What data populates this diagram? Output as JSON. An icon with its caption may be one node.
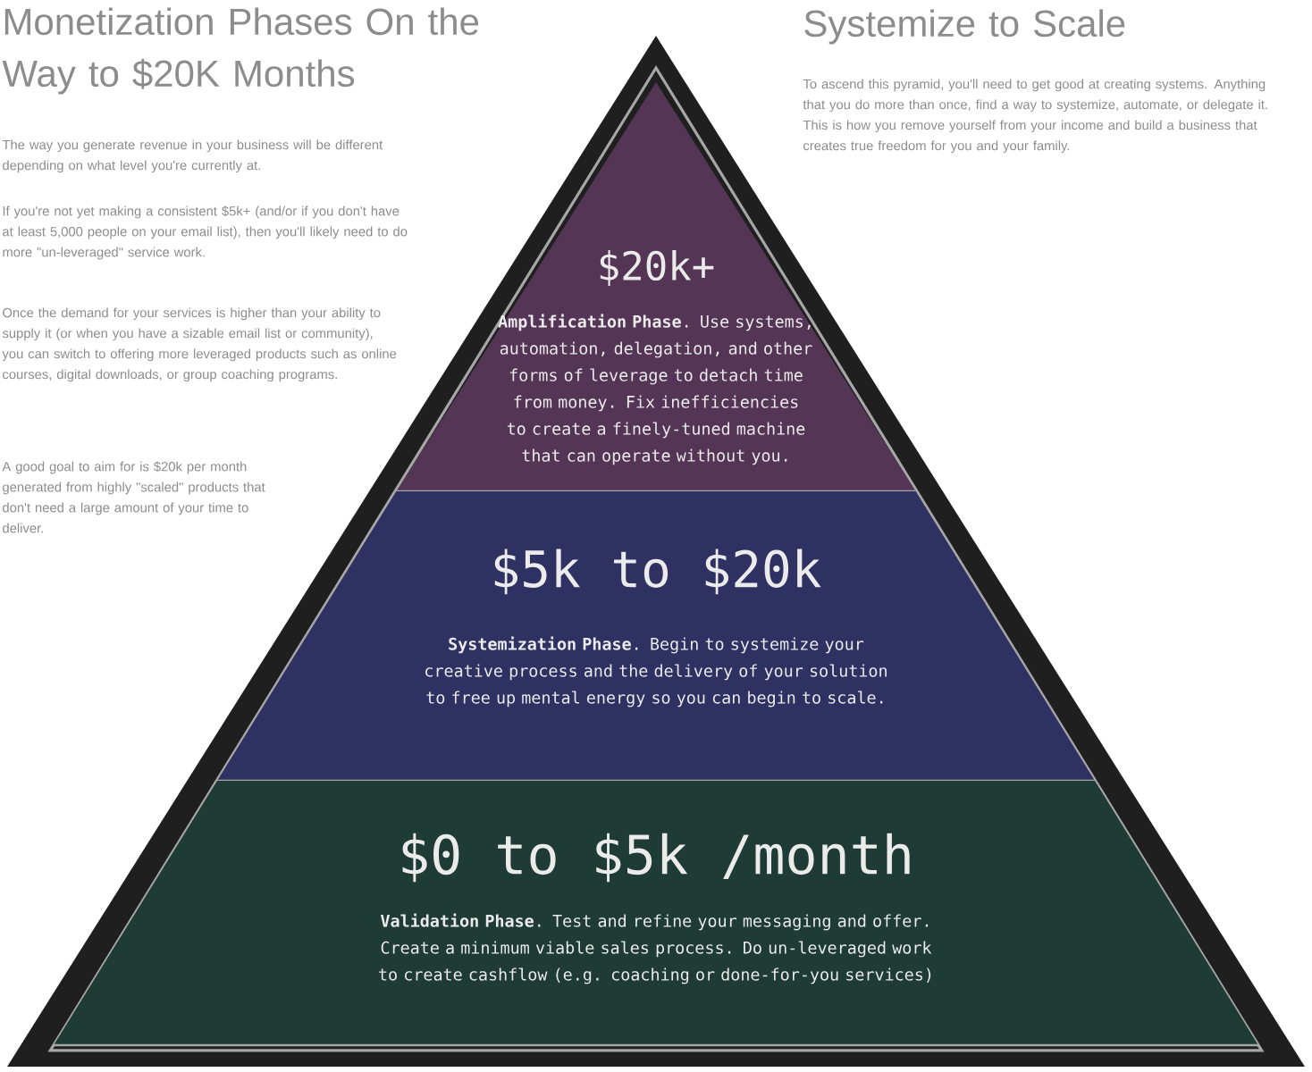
{
  "diagram": {
    "title": "Monetization Phases On the Way to $20K Months",
    "nodes": [
      {
        "text": [
          "$20k+",
          "**Amplification Phase**. Use systems, automation, delegation, and other forms of leverage to detach time from money. Fix inefficiencies to create a finely-tuned machine that can operate without you."
        ]
      },
      {
        "text": [
          "$5k to $20k",
          "**Systemization Phase**. Begin to systemize your creative process and the delivery of your solution to free up mental energy so you can begin to scale."
        ]
      },
      {
        "text": [
          "$0 to $5k /month",
          "**Validation Phase**. Test and refine your messaging and offer. Create a minimum viable sales process. Do un-leveraged work to create cashflow (e.g. coaching or done-for-you services)"
        ]
      }
    ],
    "labels": [
      "The way you generate revenue in your business will be different depending on what level you're currently at.",
      "If you're not yet making a consistent $5k+ (and/or if you don't have at least 5,000 people on your email list), then you'll likely need to do more \"un-leveraged\" service work.",
      "Once the demand for your services is higher than your ability to supply it (or when you have a sizable email list or community), you can switch to offering more leveraged products such as online courses, digital downloads, or group coaching programs.",
      "A good goal to aim for is $20k per month generated from highly \"scaled\" products that don't need a large amount of your time to deliver.",
      "Systemize to Scale",
      "To ascend this pyramid, you'll need to get good at creating systems. Anything that you do more than once, find a way to systemize, automate, or delegate it. This is how you remove yourself from your income and build a business that creates true freedom for you and your family."
    ]
  }
}
